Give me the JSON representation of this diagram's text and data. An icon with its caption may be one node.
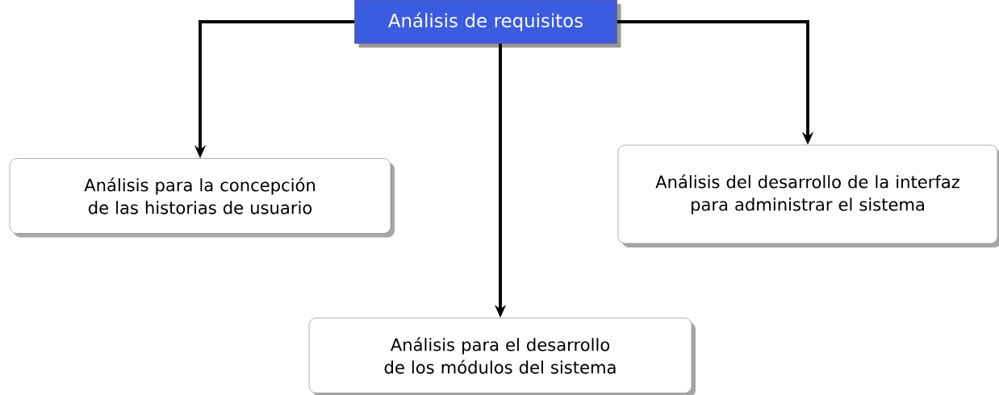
{
  "diagram": {
    "nodes": [
      {
        "text": [
          "Análisis de requisitos"
        ]
      },
      {
        "text": [
          "Análisis para la concepción de las historias de usuario"
        ]
      },
      {
        "text": [
          "Análisis del desarrollo de la interfaz para administrar el sistema"
        ]
      },
      {
        "text": [
          "Análisis para el desarrollo de los módulos del sistema"
        ]
      }
    ],
    "edges": [
      {
        "from": 0,
        "to": 1,
        "arrow": "to"
      },
      {
        "from": 0,
        "to": 2,
        "arrow": "to"
      },
      {
        "from": 0,
        "to": 3,
        "arrow": "to"
      }
    ]
  }
}
